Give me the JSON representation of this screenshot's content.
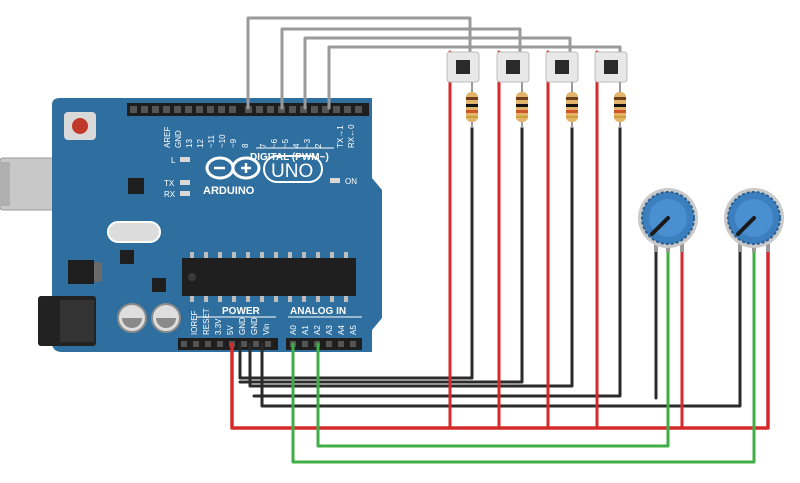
{
  "board": {
    "brand": "ARDUINO",
    "model": "UNO",
    "digital_label": "DIGITAL (PWM~)",
    "power_label": "POWER",
    "analog_label": "ANALOG IN",
    "on_label": "ON",
    "led_l": "L",
    "led_tx": "TX",
    "led_rx": "RX",
    "digital_pins": [
      "AREF",
      "GND",
      "13",
      "12",
      "~11",
      "~10",
      "~9",
      "8",
      "7",
      "~6",
      "~5",
      "4",
      "~3",
      "2",
      "TX→1",
      "RX←0"
    ],
    "power_pins": [
      "IOREF",
      "RESET",
      "3.3V",
      "5V",
      "GND",
      "GND",
      "Vin"
    ],
    "analog_pins": [
      "A0",
      "A1",
      "A2",
      "A3",
      "A4",
      "A5"
    ]
  },
  "components": {
    "pushbuttons": 4,
    "resistors": 4,
    "potentiometers": 2
  },
  "colors": {
    "board": "#2f6f9f",
    "wire_power": "#d42a2a",
    "wire_ground": "#2b2b2b",
    "wire_signal_digital": "#9a9a9a",
    "wire_signal_analog": "#3fae46",
    "pot_knob": "#3c7fbf"
  }
}
